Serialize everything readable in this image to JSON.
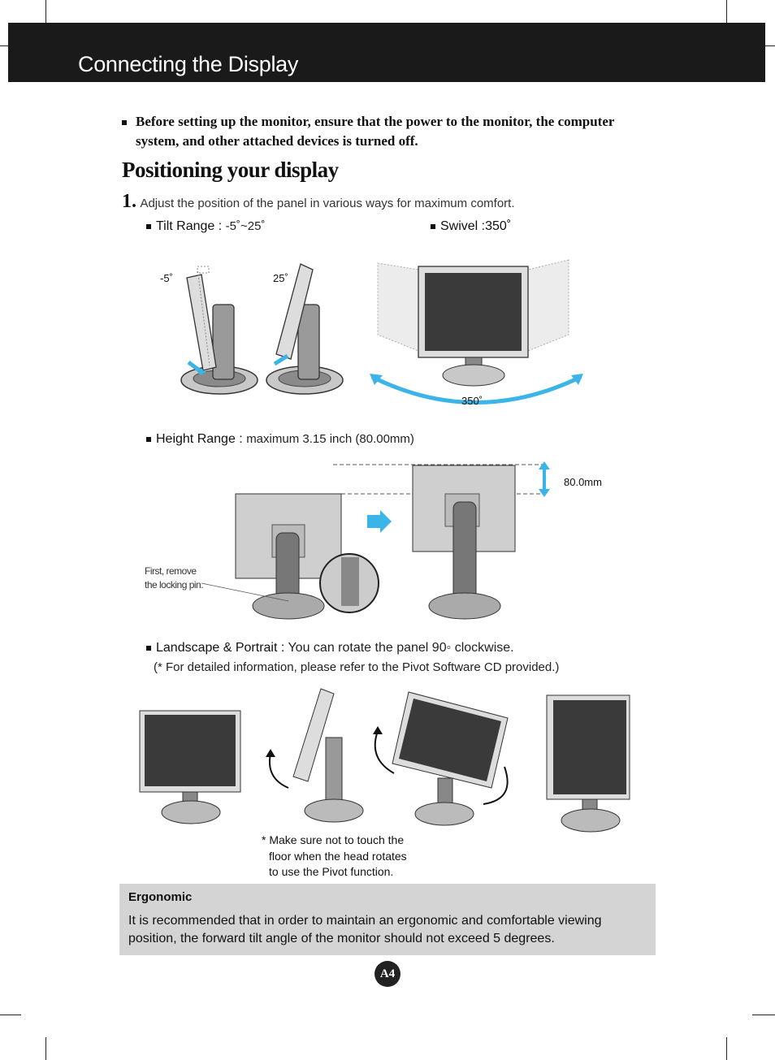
{
  "header": {
    "title": "Connecting the Display"
  },
  "intro": {
    "note": "Before setting up the monitor, ensure that the power to the monitor, the computer system, and other attached devices is turned off."
  },
  "section": {
    "heading": "Positioning your display",
    "step_number": "1.",
    "step_text": "Adjust the position of the panel in various ways for maximum comfort."
  },
  "tilt": {
    "label": "Tilt Range :",
    "value": "-5˚~25˚",
    "left_angle": "-5˚",
    "right_angle": "25˚"
  },
  "swivel": {
    "label": "Swivel :350˚",
    "angle": "350˚"
  },
  "height": {
    "label": "Height Range :",
    "value": "maximum 3.15 inch (80.00mm)",
    "dimension": "80.0mm",
    "pin_note_line1": "First, remove",
    "pin_note_line2": "the locking pin."
  },
  "landscape": {
    "label": "Landscape & Portrait :",
    "value": "You can rotate the panel 90◦ clockwise.",
    "note": "(* For detailed information, please refer to the Pivot Software CD provided.)",
    "caution_line1": "* Make sure not to touch the",
    "caution_line2": "floor when the head rotates",
    "caution_line3": "to use the Pivot function."
  },
  "ergonomic": {
    "title": "Ergonomic",
    "body": "It is recommended that in order to maintain an ergonomic and comfortable viewing position, the forward tilt angle of the monitor should not exceed 5 degrees."
  },
  "page": {
    "number": "A4"
  },
  "colors": {
    "accent_arrow": "#3bb4e8",
    "header_bg": "#1a1a1a",
    "ergonomic_bg": "#d4d4d4"
  }
}
